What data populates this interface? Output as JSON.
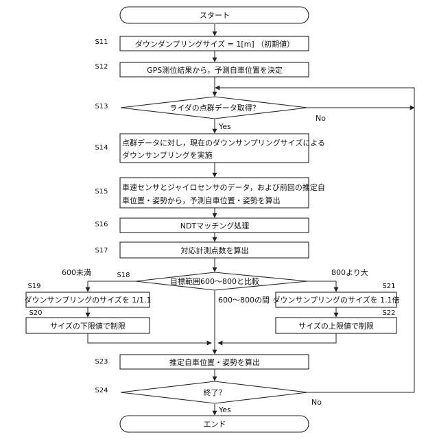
{
  "steps": {
    "start": "スタート",
    "s11": {
      "id": "S11",
      "text": "ダウンダンプリングサイズ = 1[m] （初期値）"
    },
    "s12": {
      "id": "S12",
      "text": "GPS測位結果から，予測自車位置を決定"
    },
    "s13": {
      "id": "S13",
      "text": "ライダの点群データ取得？",
      "yes": "Yes",
      "no": "No"
    },
    "s14": {
      "id": "S14",
      "line1": "点群データに対し，現在のダウンサンプリングサイズによる",
      "line2": "ダウンサンプリングを実施"
    },
    "s15": {
      "id": "S15",
      "line1": "車速センサとジャイロセンサのデータ，および前回の推定自",
      "line2": "車位置・姿勢から，予測自車位置・姿勢を算出"
    },
    "s16": {
      "id": "S16",
      "text": "NDTマッチング処理"
    },
    "s17": {
      "id": "S17",
      "text": "対応計測点数を算出"
    },
    "s18": {
      "id": "S18",
      "text": "目標範囲600～800と比較",
      "left": "600未満",
      "right": "800より大",
      "middle": "600～800の間"
    },
    "s19": {
      "id": "S19",
      "text": "ダウンサンプリングのサイズを 1/1.1"
    },
    "s20": {
      "id": "S20",
      "text": "サイズの下限値で制限"
    },
    "s21": {
      "id": "S21",
      "text": "ダウンサンプリングのサイズを 1.1倍"
    },
    "s22": {
      "id": "S22",
      "text": "サイズの上限値で制限"
    },
    "s23": {
      "id": "S23",
      "text": "推定自車位置・姿勢を算出"
    },
    "s24": {
      "id": "S24",
      "text": "終了？",
      "yes": "Yes",
      "no": "No"
    },
    "end": "エンド"
  }
}
